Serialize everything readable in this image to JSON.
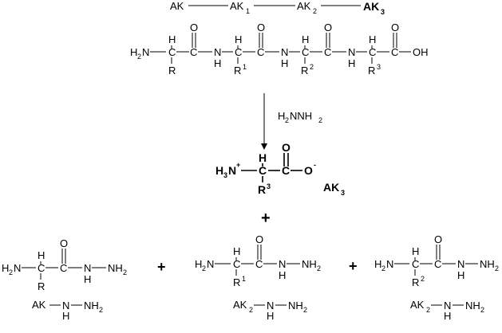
{
  "sequence": {
    "ak": "AK",
    "ak1": "AK",
    "ak1_sub": "1",
    "ak2": "AK",
    "ak2_sub": "2",
    "ak3": "AK",
    "ak3_sub": "3"
  },
  "peptide": {
    "h2n": "H",
    "h2n_sub": "2",
    "h2n_n": "N",
    "h": "H",
    "c": "C",
    "o": "O",
    "n": "N",
    "r": "R",
    "oh": "OH",
    "sub1": "1",
    "sub2": "2",
    "sub3": "3"
  },
  "reagent": {
    "h1": "H",
    "s1": "2",
    "mid": "NNH",
    "s2": "2"
  },
  "product_main": {
    "h3n": "H",
    "h3n_sub": "3",
    "h3n_n": "N",
    "charge_plus": "+",
    "h": "H",
    "c": "C",
    "o": "O",
    "o_minus": "-",
    "r": "R",
    "r_sub": "3",
    "label_ak": "AK",
    "label_sub": "3"
  },
  "plus_signs": {
    "p": "+"
  },
  "hydrazides": {
    "h": "H",
    "c": "C",
    "o": "O",
    "n": "N",
    "nh2_n": "NH",
    "nh2_sub": "2",
    "h2n": "H",
    "h2n_sub": "2",
    "h2n_n": "N",
    "r": "R",
    "r_sub1": "1",
    "r_sub2": "2",
    "label_ak": "AK",
    "label_n": "N",
    "label_nh": "NH",
    "label_sub2": "2",
    "label_h": "H",
    "label_ak_sub2": "2"
  }
}
